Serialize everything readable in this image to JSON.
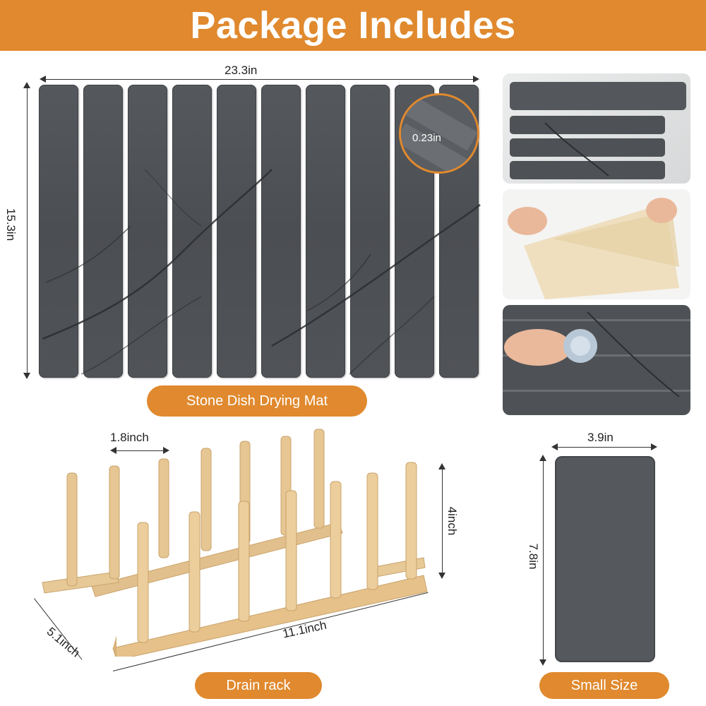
{
  "header": {
    "title": "Package Includes"
  },
  "mat": {
    "width_label": "23.3in",
    "height_label": "15.3in",
    "thickness_label": "0.23in",
    "name": "Stone Dish Drying Mat",
    "strip_count": 10
  },
  "rack": {
    "peg_spacing_label": "1.8inch",
    "height_label": "4inch",
    "depth_label": "5.1inch",
    "length_label": "11.1inch",
    "name": "Drain rack"
  },
  "small_mat": {
    "width_label": "3.9in",
    "height_label": "7.8in",
    "name": "Small Size"
  },
  "colors": {
    "accent": "#e0892e",
    "stone": "#4f5256",
    "wood": "#e2c08d"
  }
}
